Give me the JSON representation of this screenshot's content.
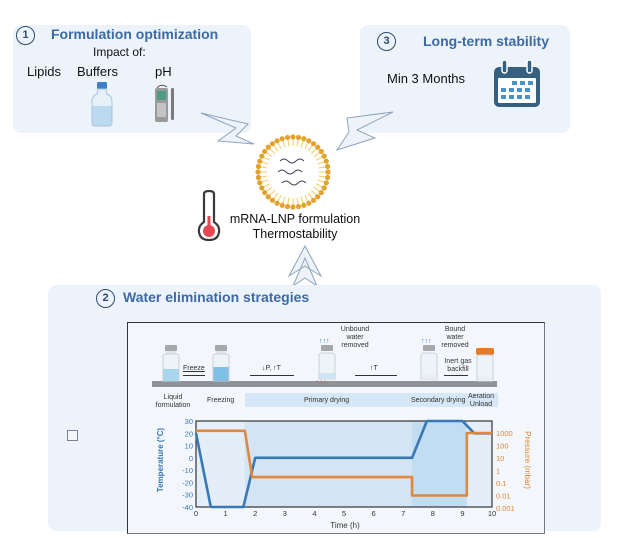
{
  "panels": {
    "formulation": {
      "number": "1",
      "title": "Formulation optimization",
      "subtitle": "Impact of:",
      "factors": [
        "Lipids",
        "Buffers",
        "pH"
      ],
      "icons": [
        "bottle-icon",
        "ph-meter-icon"
      ]
    },
    "stability": {
      "number": "3",
      "title": "Long-term stability",
      "text": "Min 3 Months",
      "icon": "calendar-icon"
    },
    "water": {
      "number": "2",
      "title": "Water elimination strategies"
    }
  },
  "center": {
    "line1": "mRNA-LNP formulation",
    "line2": "Thermostability",
    "icons": [
      "lnp-icon",
      "thermometer-icon"
    ]
  },
  "process": {
    "steps": [
      "Freeze",
      "↓P, ↑T",
      "↑T",
      "Inert gas backfill"
    ],
    "annotations": [
      "Unbound water removed",
      "Bound water removed"
    ],
    "stages": [
      "Liquid formulation",
      "Freezing",
      "Primary drying",
      "Secondary drying",
      "Aeration Unload"
    ]
  },
  "chart_data": {
    "type": "line",
    "title": "",
    "xlabel": "Time (h)",
    "ylabel": "Temperature (°C)",
    "y2label": "Pressure (mbar)",
    "xlim": [
      0,
      10
    ],
    "ylim": [
      -40,
      30
    ],
    "y2lim": [
      0.001,
      1000
    ],
    "y2scale": "log",
    "xticks": [
      "0",
      "1",
      "2",
      "3",
      "4",
      "5",
      "6",
      "7",
      "8",
      "9",
      "10"
    ],
    "yticks": [
      "30",
      "20",
      "10",
      "0",
      "-10",
      "-20",
      "-30",
      "-40"
    ],
    "y2ticks": [
      "1000",
      "100",
      "10",
      "1",
      "0.1",
      "0.01",
      "0.001"
    ],
    "series": [
      {
        "name": "Temperature",
        "axis": "left",
        "color": "#3a78b5",
        "x": [
          0,
          0.5,
          1.6,
          2.0,
          7.3,
          7.8,
          9.0,
          9.4,
          10
        ],
        "y": [
          20,
          -40,
          -40,
          0,
          0,
          30,
          30,
          20,
          20
        ]
      },
      {
        "name": "Pressure",
        "axis": "right",
        "color": "#e0883a",
        "x": [
          0,
          1.65,
          1.9,
          7.3,
          7.3,
          9.15,
          9.15,
          10
        ],
        "y": [
          1500,
          1500,
          0.3,
          0.3,
          0.01,
          0.01,
          1000,
          1000
        ]
      }
    ],
    "regions": [
      {
        "label": "Primary drying",
        "x": [
          1.65,
          7.3
        ]
      },
      {
        "label": "Secondary drying",
        "x": [
          7.3,
          9.15
        ]
      }
    ],
    "grid": false,
    "legend": "none"
  }
}
